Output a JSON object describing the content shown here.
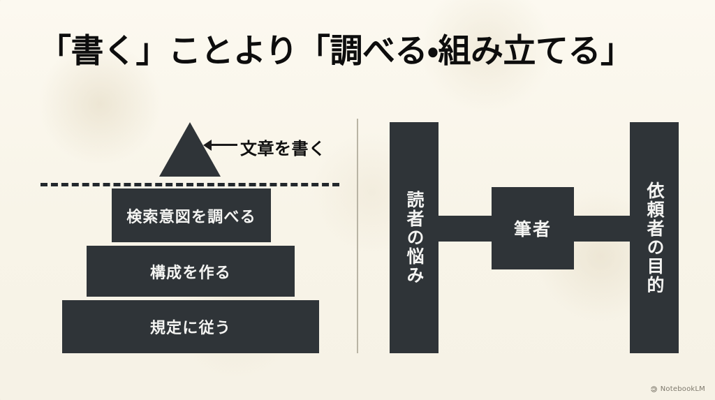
{
  "slide": {
    "title": "「書く」ことより「調べる・組み立てる」",
    "background_color": "#faf7ec",
    "shape_color": "#2f3438",
    "shape_text_color": "#f4f4f2",
    "title_color": "#0d0d0d"
  },
  "left_panel": {
    "name": "pyramid-hierarchy",
    "apex": {
      "shape": "triangle",
      "callout_label": "文章を書く"
    },
    "divider_style": "dashed",
    "tiers": [
      {
        "label": "検索意図を調べる"
      },
      {
        "label": "構成を作る"
      },
      {
        "label": "規定に従う"
      }
    ]
  },
  "right_panel": {
    "name": "author-relationship-diagram",
    "left_bar_label": "読者の悩み",
    "center_box_label": "筆者",
    "right_bar_label": "依頼者の目的"
  },
  "watermark": {
    "label": "NotebookLM",
    "icon": "notebooklm-spiral-icon",
    "color": "#7d786c"
  }
}
